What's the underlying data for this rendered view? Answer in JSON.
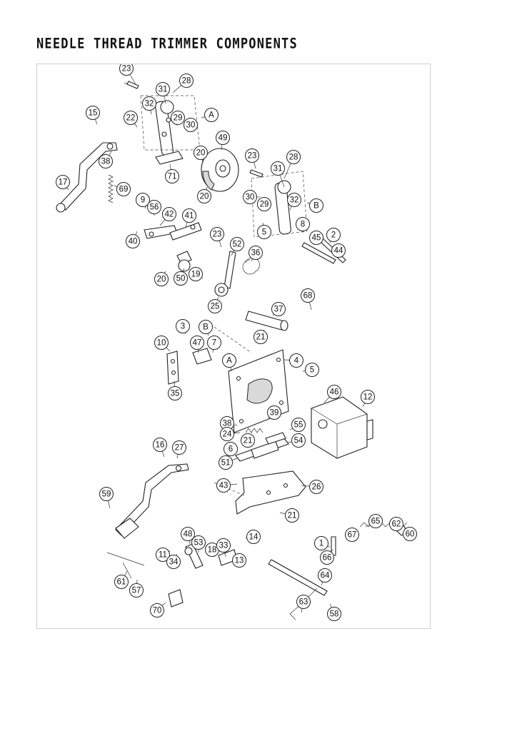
{
  "title": "NEEDLE THREAD TRIMMER COMPONENTS",
  "callouts": [
    {
      "label": "23"
    },
    {
      "label": "28"
    },
    {
      "label": "31"
    },
    {
      "label": "32"
    },
    {
      "label": "A"
    },
    {
      "label": "29"
    },
    {
      "label": "30"
    },
    {
      "label": "22"
    },
    {
      "label": "15"
    },
    {
      "label": "38"
    },
    {
      "label": "20"
    },
    {
      "label": "71"
    },
    {
      "label": "49"
    },
    {
      "label": "17"
    },
    {
      "label": "69"
    },
    {
      "label": "20"
    },
    {
      "label": "23"
    },
    {
      "label": "28"
    },
    {
      "label": "31"
    },
    {
      "label": "30"
    },
    {
      "label": "29"
    },
    {
      "label": "32"
    },
    {
      "label": "B"
    },
    {
      "label": "9"
    },
    {
      "label": "56"
    },
    {
      "label": "42"
    },
    {
      "label": "41"
    },
    {
      "label": "40"
    },
    {
      "label": "5"
    },
    {
      "label": "8"
    },
    {
      "label": "2"
    },
    {
      "label": "45"
    },
    {
      "label": "44"
    },
    {
      "label": "23"
    },
    {
      "label": "52"
    },
    {
      "label": "36"
    },
    {
      "label": "20"
    },
    {
      "label": "50"
    },
    {
      "label": "19"
    },
    {
      "label": "25"
    },
    {
      "label": "68"
    },
    {
      "label": "37"
    },
    {
      "label": "21"
    },
    {
      "label": "3"
    },
    {
      "label": "B"
    },
    {
      "label": "10"
    },
    {
      "label": "47"
    },
    {
      "label": "7"
    },
    {
      "label": "A"
    },
    {
      "label": "4"
    },
    {
      "label": "5"
    },
    {
      "label": "35"
    },
    {
      "label": "46"
    },
    {
      "label": "12"
    },
    {
      "label": "39"
    },
    {
      "label": "38"
    },
    {
      "label": "24"
    },
    {
      "label": "55"
    },
    {
      "label": "21"
    },
    {
      "label": "54"
    },
    {
      "label": "16"
    },
    {
      "label": "27"
    },
    {
      "label": "6"
    },
    {
      "label": "51"
    },
    {
      "label": "43"
    },
    {
      "label": "26"
    },
    {
      "label": "59"
    },
    {
      "label": "21"
    },
    {
      "label": "65"
    },
    {
      "label": "62"
    },
    {
      "label": "60"
    },
    {
      "label": "48"
    },
    {
      "label": "53"
    },
    {
      "label": "14"
    },
    {
      "label": "1"
    },
    {
      "label": "67"
    },
    {
      "label": "11"
    },
    {
      "label": "34"
    },
    {
      "label": "18"
    },
    {
      "label": "33"
    },
    {
      "label": "66"
    },
    {
      "label": "13"
    },
    {
      "label": "61"
    },
    {
      "label": "57"
    },
    {
      "label": "64"
    },
    {
      "label": "63"
    },
    {
      "label": "70"
    },
    {
      "label": "58"
    }
  ]
}
